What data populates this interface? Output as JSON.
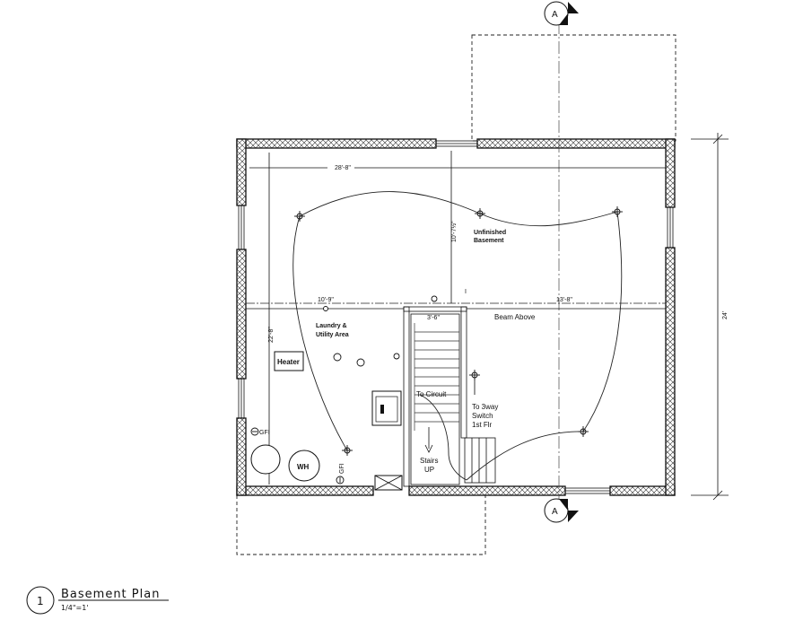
{
  "title": {
    "number": "1",
    "name": "Basement Plan",
    "scale": "1/4\"=1'"
  },
  "section_marker": {
    "letter": "A"
  },
  "rooms": {
    "unfinished_line1": "Unfinished",
    "unfinished_line2": "Basement",
    "laundry_line1": "Laundry &",
    "laundry_line2": "Utility Area"
  },
  "equipment": {
    "heater": "Heater",
    "water_heater": "WH",
    "gfi_left": "GFI",
    "gfi_bottom": "GFI"
  },
  "dimensions": {
    "overall_width": "28'-8\"",
    "overall_depth": "24'",
    "left_to_beam": "10'-9\"",
    "right_of_stair": "13'-8\"",
    "stair_width": "3'-6\"",
    "wall_to_beam": "10'-7½\"",
    "left_depth": "22'-8\""
  },
  "notes": {
    "beam": "Beam Above",
    "to_circuit": "To Circuit",
    "switch_line1": "To 3way",
    "switch_line2": "Switch",
    "switch_line3": "1st Flr",
    "stairs_line1": "Stairs",
    "stairs_line2": "UP",
    "grid_mark": "I"
  }
}
